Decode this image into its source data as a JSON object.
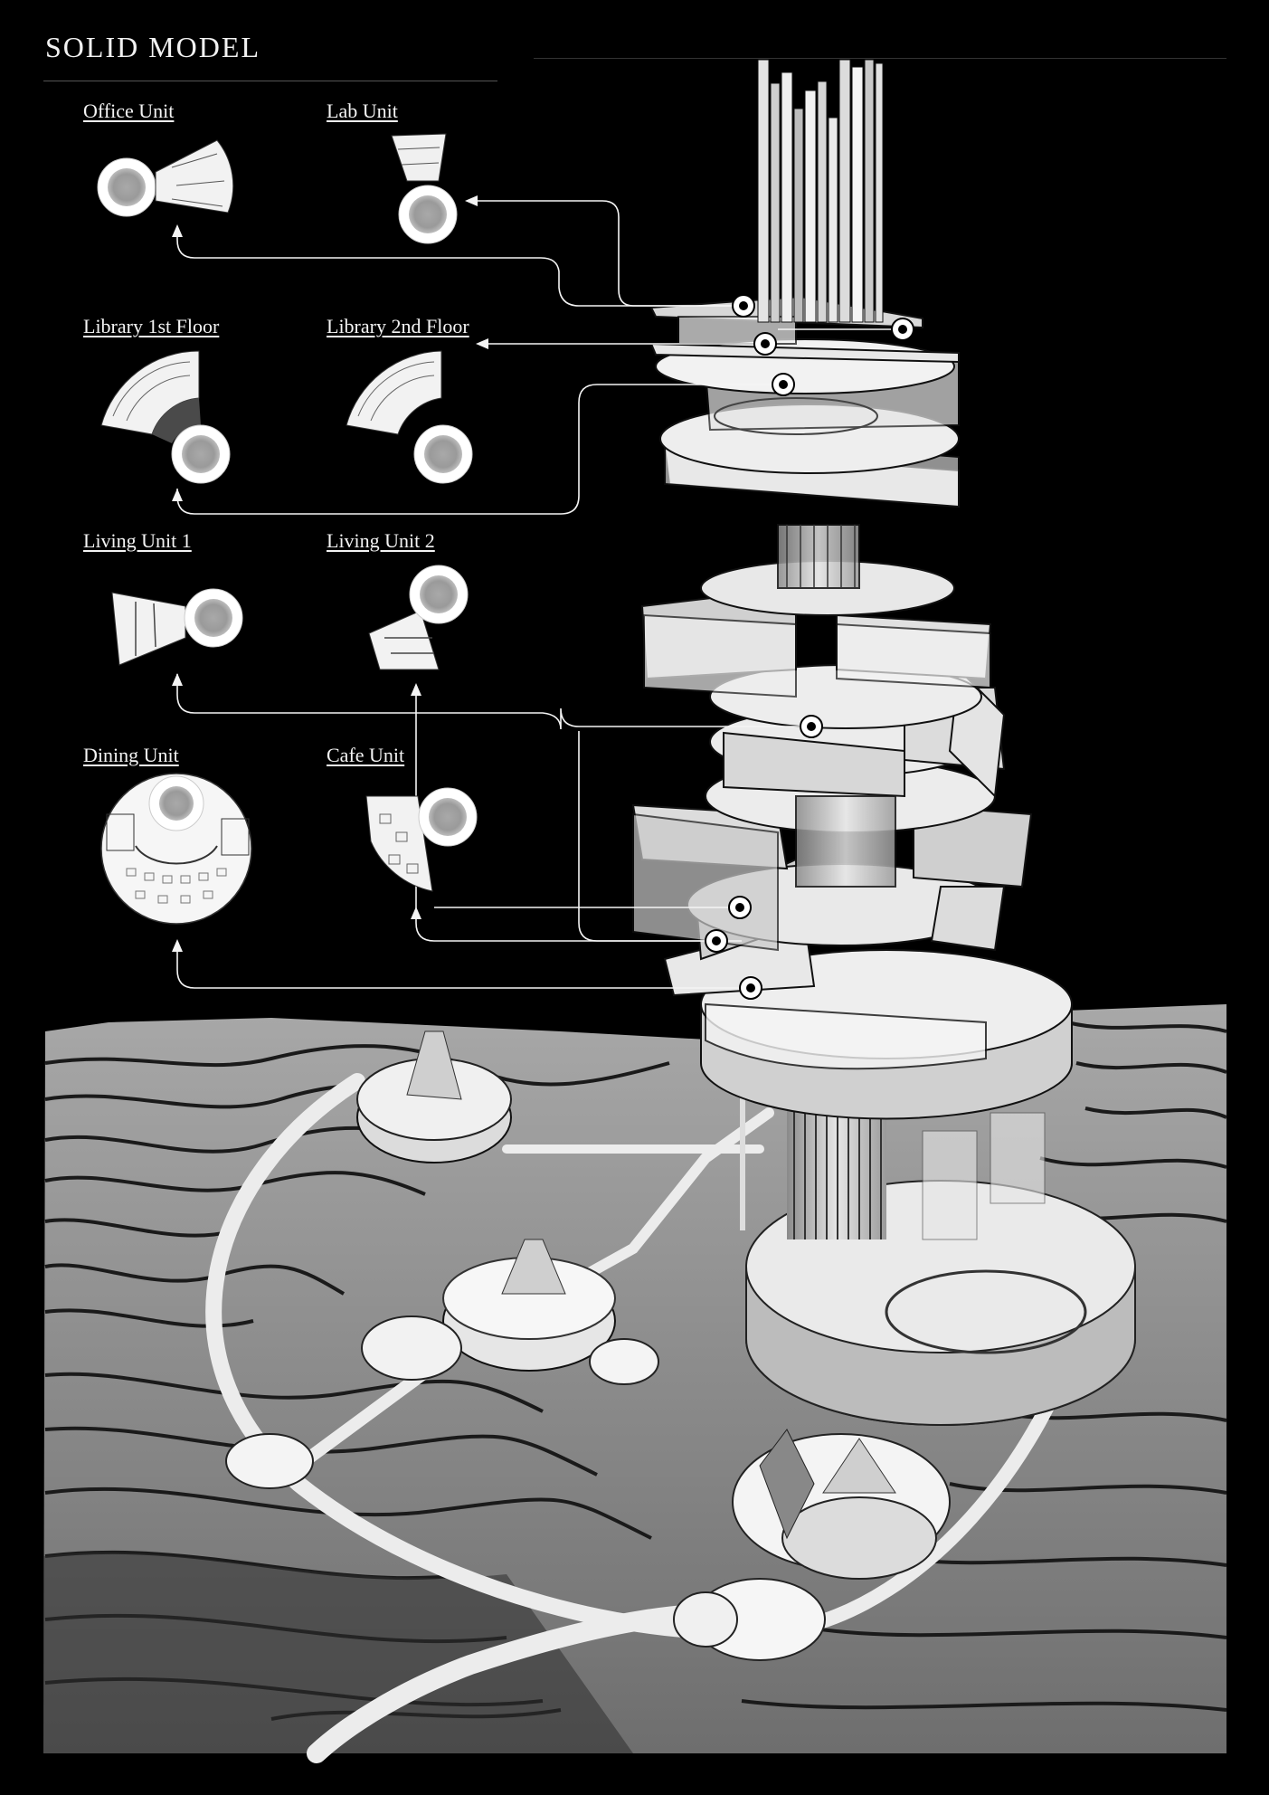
{
  "title": "SOLID MODEL",
  "units": [
    {
      "id": "office",
      "label": "Office Unit"
    },
    {
      "id": "lab",
      "label": "Lab Unit"
    },
    {
      "id": "library1",
      "label": "Library 1st  Floor"
    },
    {
      "id": "library2",
      "label": "Library 2nd Floor"
    },
    {
      "id": "living1",
      "label": "Living Unit 1"
    },
    {
      "id": "living2",
      "label": "Living Unit 2"
    },
    {
      "id": "dining",
      "label": "Dining Unit"
    },
    {
      "id": "cafe",
      "label": "Cafe Unit"
    }
  ],
  "colors": {
    "background": "#000000",
    "model": "#d9d9d9",
    "terrain": "#9a9a9a",
    "line": "#ffffff"
  }
}
